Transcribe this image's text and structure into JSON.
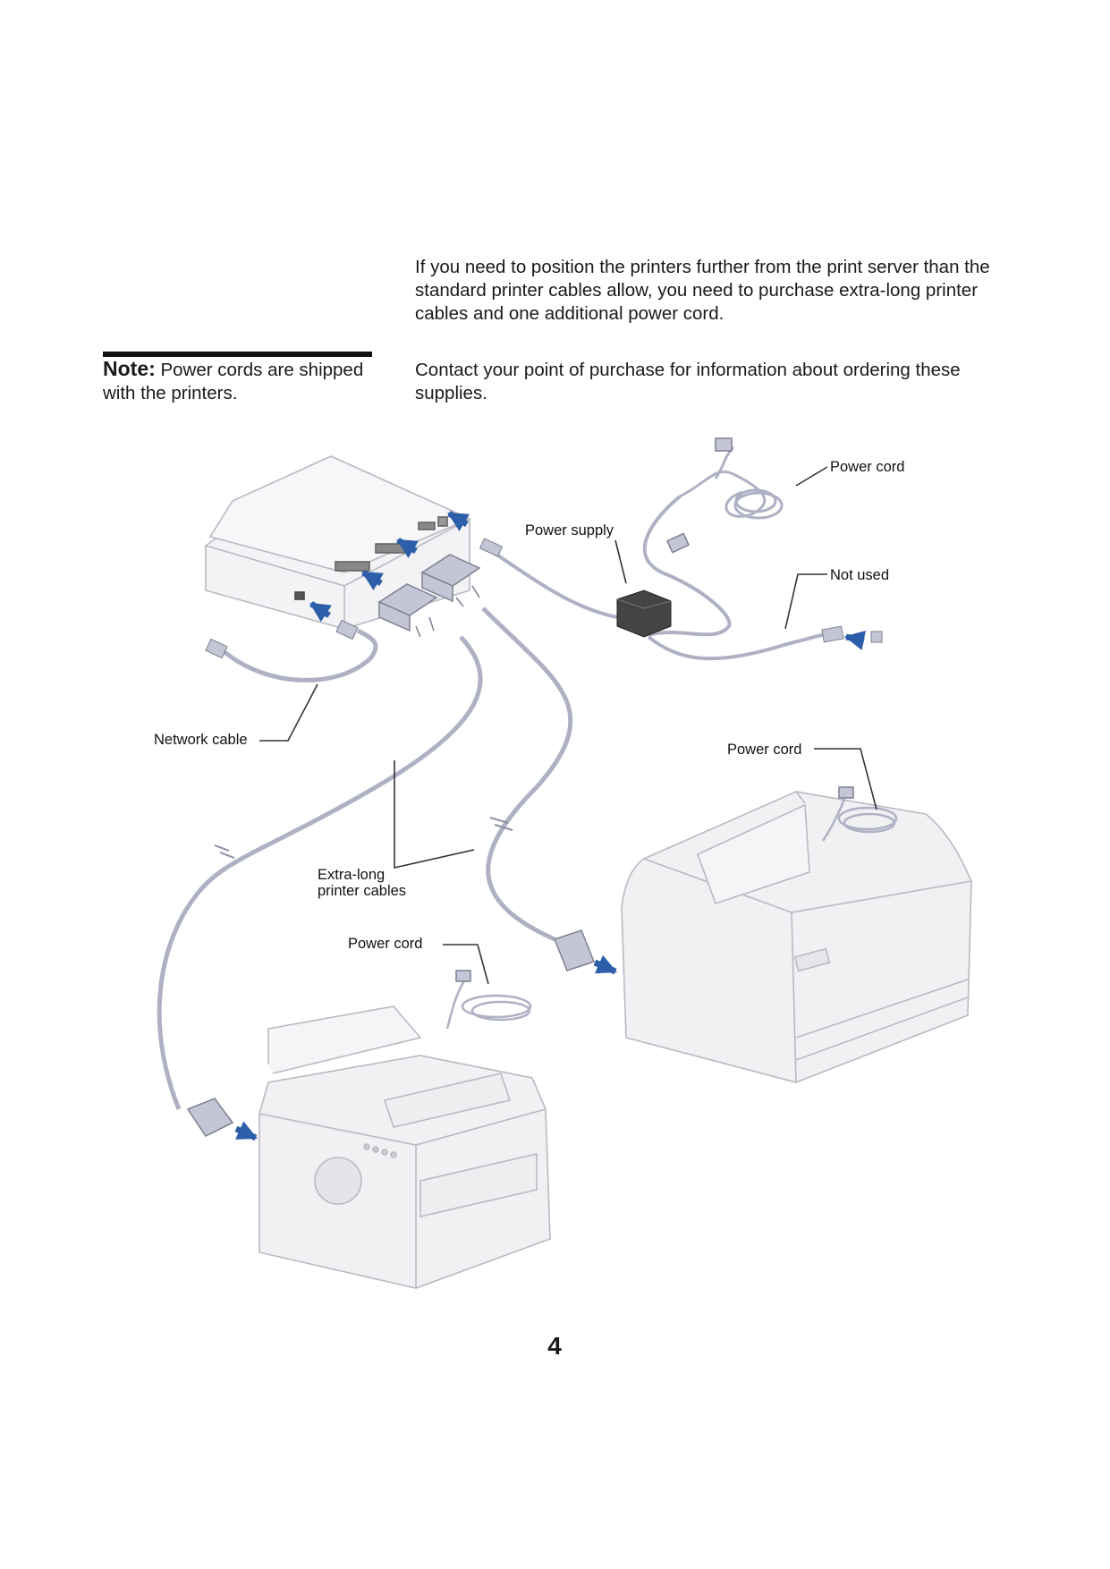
{
  "intro_paragraph": "If you need to position the printers further from the print server than the standard printer cables allow, you need to purchase extra-long printer cables and one additional power cord.",
  "note": {
    "label": "Note:",
    "text": " Power cords are shipped with the printers."
  },
  "contact_paragraph": "Contact your point of purchase for information about ordering these supplies.",
  "figure": {
    "labels": {
      "power_cord_top": "Power cord",
      "power_supply": "Power supply",
      "not_used": "Not used",
      "network_cable": "Network cable",
      "power_cord_right": "Power cord",
      "extra_long_line1": "Extra-long",
      "extra_long_line2": "printer cables",
      "power_cord_bottom": "Power cord"
    },
    "colors": {
      "device_fill": "#f1f1f3",
      "device_stroke": "#b9b9c3",
      "cable": "#aeb0c4",
      "arrow": "#2d5ea9",
      "connector": "#c4c6d6"
    }
  },
  "page_number": "4"
}
